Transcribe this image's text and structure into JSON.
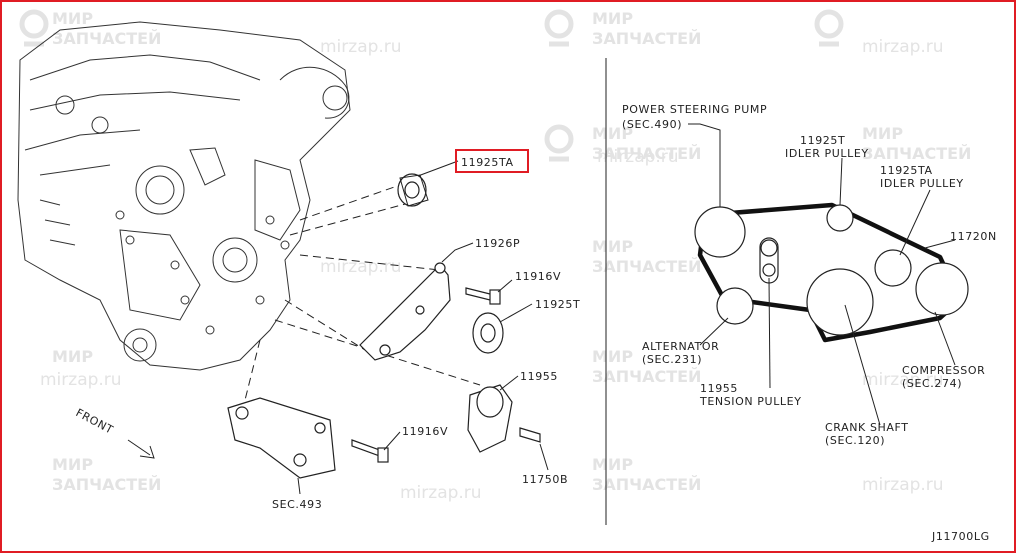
{
  "watermark": {
    "brand_line1": "МИР",
    "brand_line2": "ЗАПЧАСТЕЙ",
    "url": "mirzap.ru"
  },
  "colors": {
    "highlight": "#e01c24",
    "ink": "#222222",
    "watermark": "#e3e3e3"
  },
  "diagram_code": "J11700LG",
  "left_panel": {
    "front_label": "FRONT",
    "callouts": {
      "idler_ta": "11925TA",
      "bracket": "11926P",
      "bolt_top": "11916V",
      "idler_t": "11925T",
      "tensioner": "11955",
      "bolt_bottom": "11916V",
      "bolt_tensioner": "11750B",
      "sec_493": "SEC.493"
    }
  },
  "right_panel": {
    "labels": {
      "power_steering_1": "POWER STEERING PUMP",
      "power_steering_2": "(SEC.490)",
      "idler_t_1": "11925T",
      "idler_t_2": "IDLER PULLEY",
      "idler_ta_1": "11925TA",
      "idler_ta_2": "IDLER PULLEY",
      "belt": "11720N",
      "alternator_1": "ALTERNATOR",
      "alternator_2": "(SEC.231)",
      "compressor_1": "COMPRESSOR",
      "compressor_2": "(SEC.274)",
      "tension_1": "11955",
      "tension_2": "TENSION PULLEY",
      "crank_1": "CRANK SHAFT",
      "crank_2": "(SEC.120)"
    }
  }
}
